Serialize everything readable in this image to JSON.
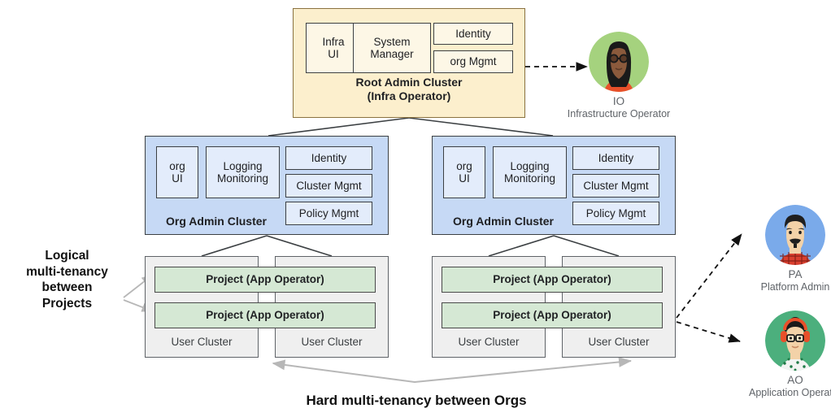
{
  "diagram": {
    "root_cluster": {
      "title_line1": "Root Admin Cluster",
      "title_line2": "(Infra Operator)",
      "chips": [
        {
          "label": "Infra\nUI"
        },
        {
          "label": "System\nManager"
        },
        {
          "label": "Identity"
        },
        {
          "label": "org Mgmt"
        }
      ]
    },
    "org_clusters": [
      {
        "title": "Org Admin Cluster",
        "chips": [
          {
            "label": "org\nUI"
          },
          {
            "label": "Logging\nMonitoring"
          },
          {
            "label": "Identity"
          },
          {
            "label": "Cluster Mgmt"
          },
          {
            "label": "Policy Mgmt"
          }
        ],
        "user_clusters": [
          {
            "label": "User Cluster"
          },
          {
            "label": "User Cluster"
          }
        ],
        "projects": [
          {
            "label": "Project (App Operator)"
          },
          {
            "label": "Project (App Operator)"
          }
        ]
      },
      {
        "title": "Org Admin Cluster",
        "chips": [
          {
            "label": "org\nUI"
          },
          {
            "label": "Logging\nMonitoring"
          },
          {
            "label": "Identity"
          },
          {
            "label": "Cluster Mgmt"
          },
          {
            "label": "Policy Mgmt"
          }
        ],
        "user_clusters": [
          {
            "label": "User Cluster"
          },
          {
            "label": "User Cluster"
          }
        ],
        "projects": [
          {
            "label": "Project (App Operator)"
          },
          {
            "label": "Project  (App Operator)"
          }
        ]
      }
    ],
    "annotations": {
      "left_label": "Logical\nmulti-tenancy\nbetween\nProjects",
      "bottom_label": "Hard multi-tenancy between Orgs"
    },
    "personas": [
      {
        "initials": "IO",
        "role": "Infrastructure Operator",
        "avatar": "woman-glasses-avatar-icon",
        "circle_color": "#a5d27e",
        "skin": "#8b5a3c",
        "hair": "#1a1a1a",
        "accent": "#e8502a"
      },
      {
        "initials": "PA",
        "role": "Platform Admin",
        "avatar": "man-mustache-avatar-icon",
        "circle_color": "#7aaaea",
        "skin": "#f3d2a8",
        "hair": "#1f1f1f",
        "accent": "#d9402f"
      },
      {
        "initials": "AO",
        "role": "Application Operator",
        "avatar": "woman-headphones-avatar-icon",
        "circle_color": "#4caf7d",
        "skin": "#f3d2a8",
        "hair": "#1a1a1a",
        "accent": "#e8502a"
      }
    ],
    "colors": {
      "root_fill": "#FCEFCD",
      "org_fill": "#C6D9F5",
      "user_fill": "#EFEFEF",
      "project_fill": "#D5E8D4",
      "stroke": "#3C4043",
      "annotation_arrow": "#b7b7b7"
    }
  }
}
